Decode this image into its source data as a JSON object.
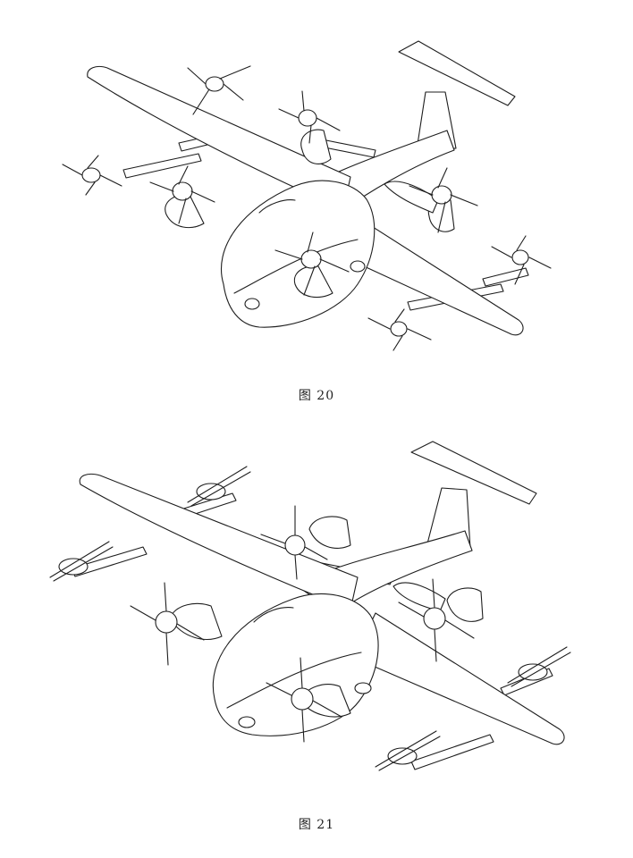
{
  "figures": [
    {
      "caption": "图 20",
      "rotor_style": "tilted"
    },
    {
      "caption": "图 21",
      "rotor_style": "vertical"
    }
  ],
  "line_color": "#1e1e1e",
  "background_color": "#ffffff"
}
